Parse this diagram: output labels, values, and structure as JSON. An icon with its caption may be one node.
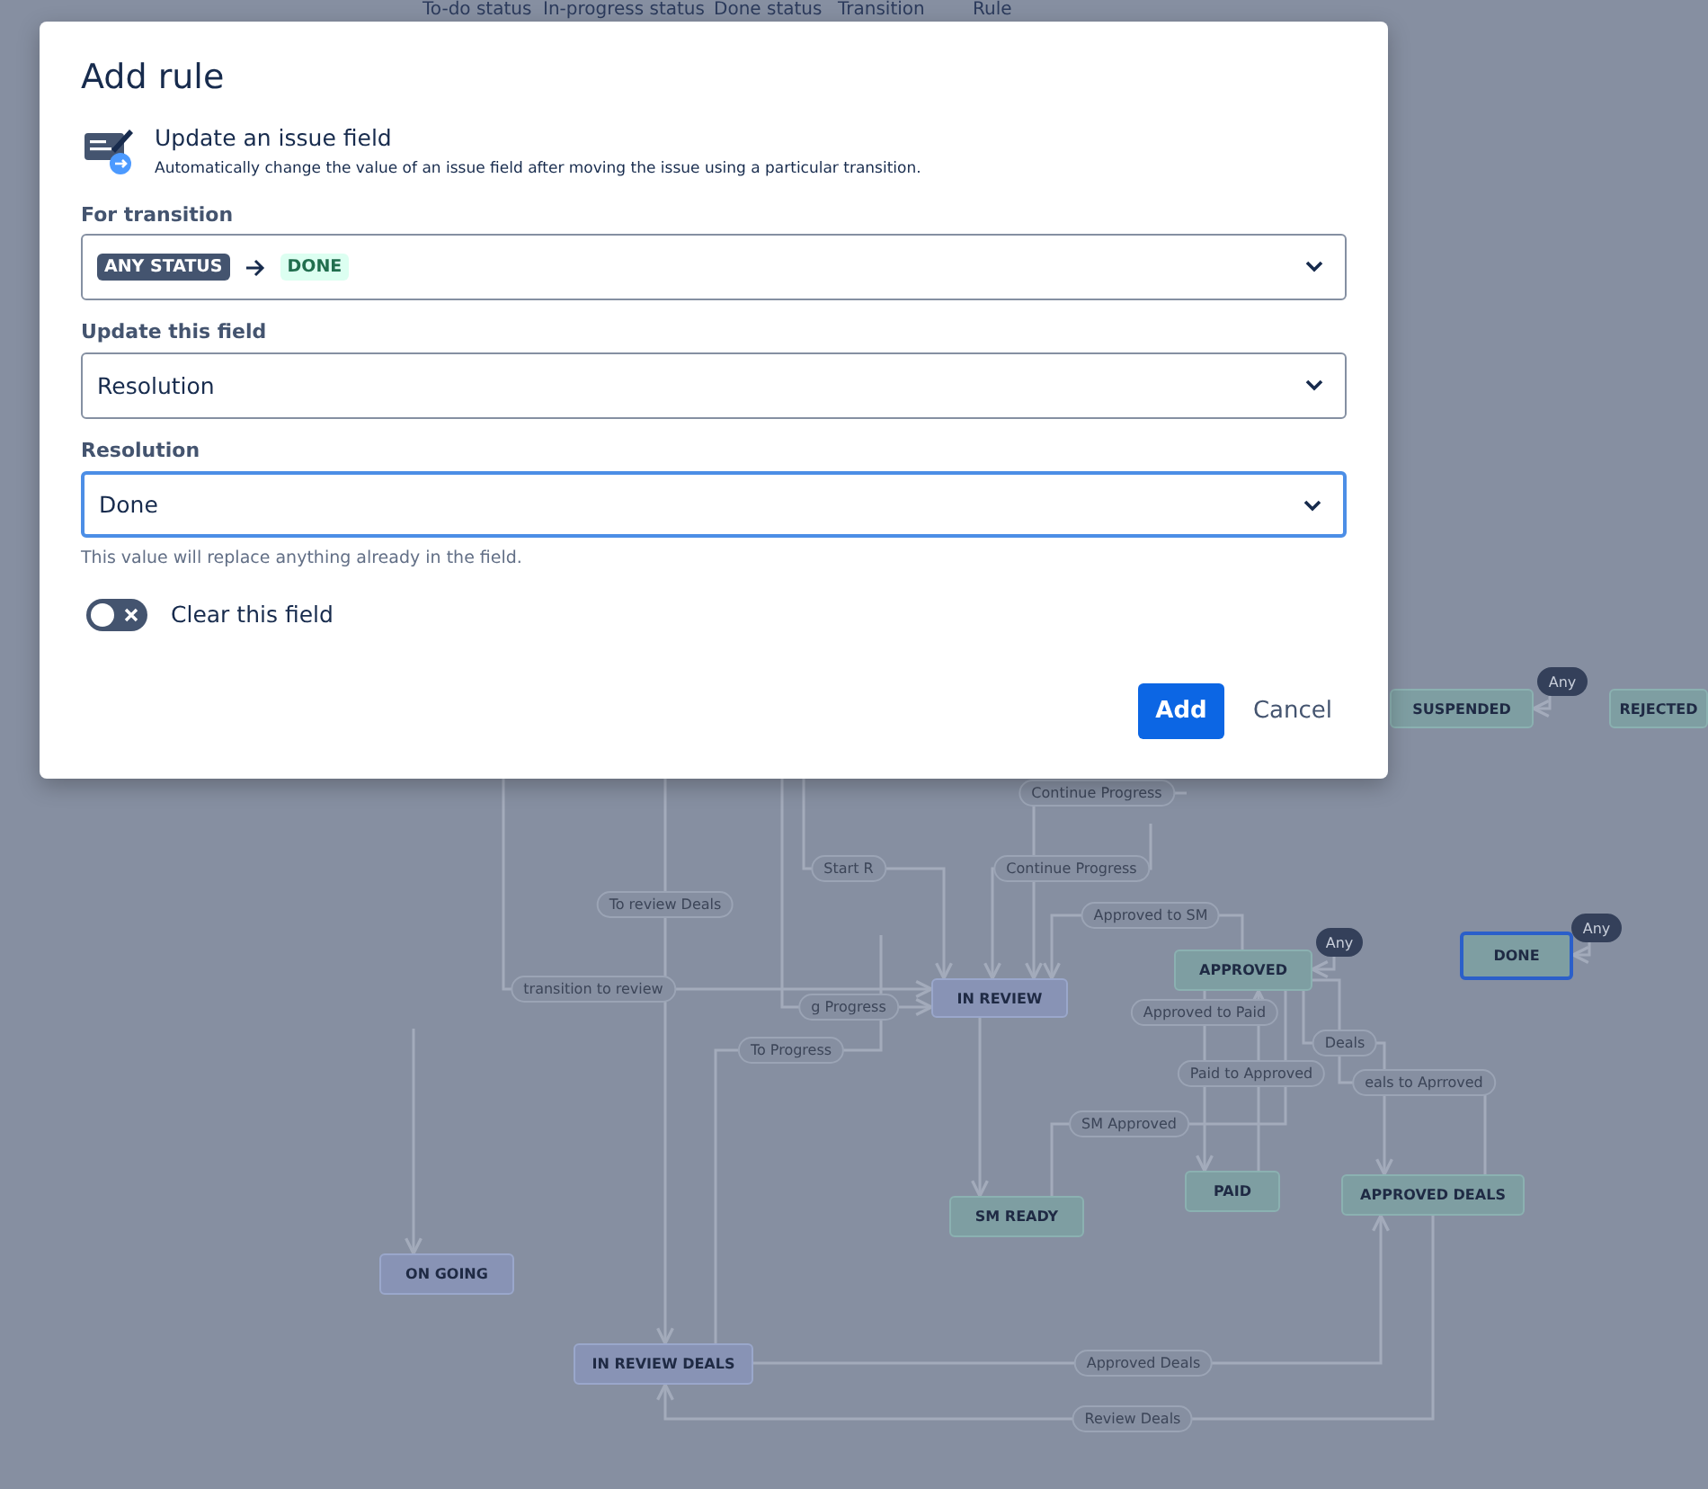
{
  "diagram": {
    "title": "Add rule",
    "nodes": [
      {
        "text": [
          "SUSPENDED"
        ]
      },
      {
        "text": [
          "Any"
        ]
      },
      {
        "text": [
          "REJECTED"
        ]
      },
      {
        "text": [
          "IN REVIEW"
        ]
      },
      {
        "text": [
          "APPROVED"
        ]
      },
      {
        "text": [
          "Any"
        ]
      },
      {
        "text": [
          "DONE"
        ]
      },
      {
        "text": [
          "Any"
        ]
      },
      {
        "text": [
          "SM READY"
        ]
      },
      {
        "text": [
          "PAID"
        ]
      },
      {
        "text": [
          "APPROVED DEALS"
        ]
      },
      {
        "text": [
          "ON GOING"
        ]
      },
      {
        "text": [
          "IN REVIEW DEALS"
        ]
      }
    ],
    "edges": [
      {
        "from": 1,
        "to": 0,
        "arrow": "to"
      },
      {
        "from": 5,
        "to": 4,
        "arrow": "to"
      },
      {
        "from": 7,
        "to": 6,
        "arrow": "to"
      },
      {
        "from": null,
        "to": 3,
        "arrow": "to",
        "label": "Continue Progress"
      },
      {
        "from": null,
        "to": 3,
        "arrow": "to",
        "label": "Start R"
      },
      {
        "from": null,
        "to": 3,
        "arrow": "to",
        "label": "Continue Progress"
      },
      {
        "from": 4,
        "to": 3,
        "arrow": "to",
        "label": "Approved to SM"
      },
      {
        "from": null,
        "to": 12,
        "arrow": "to",
        "label": "To review Deals"
      },
      {
        "from": null,
        "to": 3,
        "arrow": "to",
        "label": "transition to review"
      },
      {
        "from": null,
        "to": 3,
        "arrow": "to",
        "label": "g Progress"
      },
      {
        "from": 12,
        "to": null,
        "arrow": "none",
        "label": "To Progress"
      },
      {
        "from": null,
        "to": 11,
        "arrow": "to"
      },
      {
        "from": 8,
        "to": 4,
        "arrow": "none",
        "label": "SM Approved"
      },
      {
        "from": 3,
        "to": 8,
        "arrow": "to"
      },
      {
        "from": 4,
        "to": 9,
        "arrow": "to",
        "label": "Approved to Paid"
      },
      {
        "from": 9,
        "to": 4,
        "arrow": "to",
        "label": "Paid to Approved"
      },
      {
        "from": 4,
        "to": 10,
        "arrow": "to",
        "label": "Deals"
      },
      {
        "from": 10,
        "to": 4,
        "arrow": "none",
        "label": "eals to Aprroved"
      },
      {
        "from": 12,
        "to": 10,
        "arrow": "to",
        "label": "Approved Deals"
      },
      {
        "from": 10,
        "to": 12,
        "arrow": "to",
        "label": "Review Deals"
      }
    ],
    "labels": [
      "To-do status",
      "In-progress status",
      "Done status",
      "Transition",
      "Rule",
      "Update an issue field",
      "Automatically change the value of an issue field after moving the issue using a particular transition.",
      "For transition",
      "ANY STATUS",
      "DONE",
      "Update this field",
      "Resolution",
      "Resolution",
      "Done",
      "This value will replace anything already in the field.",
      "Clear this field",
      "Add",
      "Cancel"
    ]
  }
}
